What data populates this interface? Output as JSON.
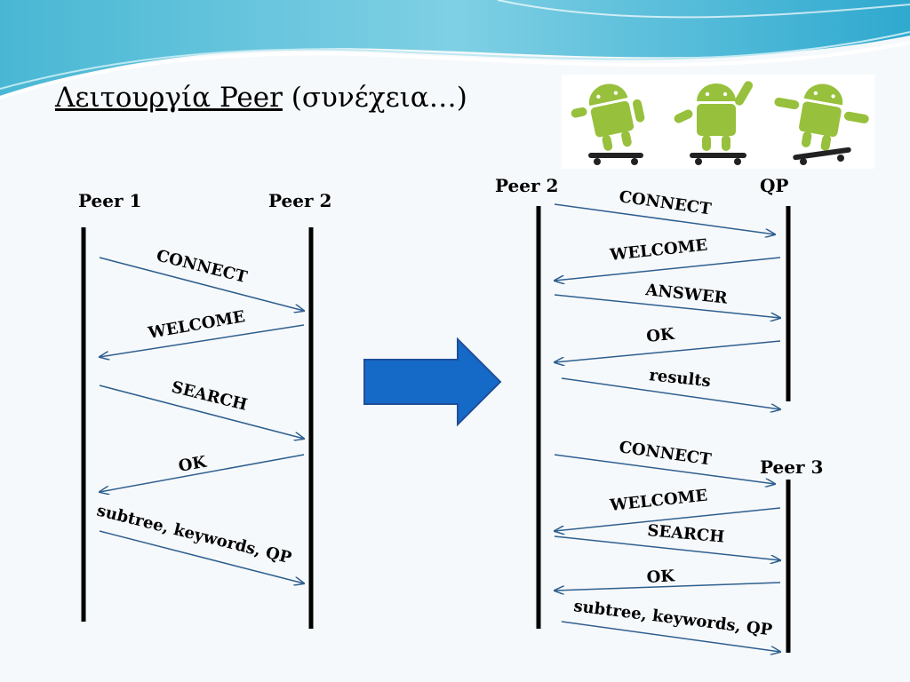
{
  "slide": {
    "title_main": "Λειτουργία Peer",
    "title_rest": " (συνέχεια…)"
  },
  "left_diagram": {
    "peer_a": "Peer 1",
    "peer_b": "Peer 2",
    "messages": [
      "CONNECT",
      "WELCOME",
      "SEARCH",
      "OK",
      "subtree, keywords, QP"
    ]
  },
  "right_diagram": {
    "peer_left": "Peer 2",
    "peer_qp": "QP",
    "peer_3": "Peer 3",
    "qp_messages": [
      "CONNECT",
      "WELCOME",
      "ANSWER",
      "OK",
      "results"
    ],
    "peer3_messages": [
      "CONNECT",
      "WELCOME",
      "SEARCH",
      "OK",
      "subtree, keywords, QP"
    ]
  },
  "colors": {
    "arrow_line": "#2e5f8f",
    "big_arrow_fill": "#1569c7",
    "big_arrow_stroke": "#1f4e9a",
    "android_green": "#97c03c",
    "header_wave": "#3fb8d8"
  },
  "icons": {
    "big_arrow": "right-arrow-icon",
    "mascot": "android-robot-icon"
  }
}
